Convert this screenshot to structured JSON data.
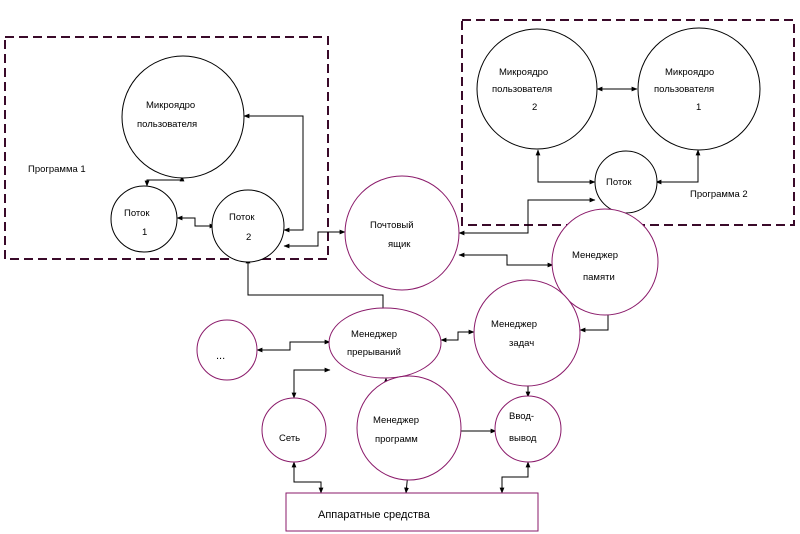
{
  "colors": {
    "dashed_box": "#3a0a2a",
    "purple_node": "#8a1a6a",
    "black_node": "#000000",
    "line": "#000000"
  },
  "groups": {
    "program1": {
      "label": "Программа 1"
    },
    "program2": {
      "label": "Программа 2"
    }
  },
  "nodes": {
    "microkernel1": {
      "line1": "Микроядро",
      "line2": "пользователя"
    },
    "thread1": {
      "line1": "Поток",
      "line2": "1"
    },
    "thread2": {
      "line1": "Поток",
      "line2": "2"
    },
    "mailbox": {
      "line1": "Почтовый",
      "line2": "ящик"
    },
    "microkernel2a": {
      "line1": "Микроядро",
      "line2": "пользователя",
      "line3": "2"
    },
    "microkernel2b": {
      "line1": "Микроядро",
      "line2": "пользователя",
      "line3": "1"
    },
    "thread_p2": {
      "line1": "Поток"
    },
    "memory_manager": {
      "line1": "Менеджер",
      "line2": "памяти"
    },
    "interrupt_manager": {
      "line1": "Менеджер",
      "line2": "прерываний"
    },
    "task_manager": {
      "line1": "Менеджер",
      "line2": "задач"
    },
    "ellipsis": {
      "line1": "..."
    },
    "network": {
      "line1": "Сеть"
    },
    "program_manager": {
      "line1": "Менеджер",
      "line2": "программ"
    },
    "io": {
      "line1": "Ввод-",
      "line2": "вывод"
    },
    "hardware": {
      "label": "Аппаратные средства"
    }
  }
}
